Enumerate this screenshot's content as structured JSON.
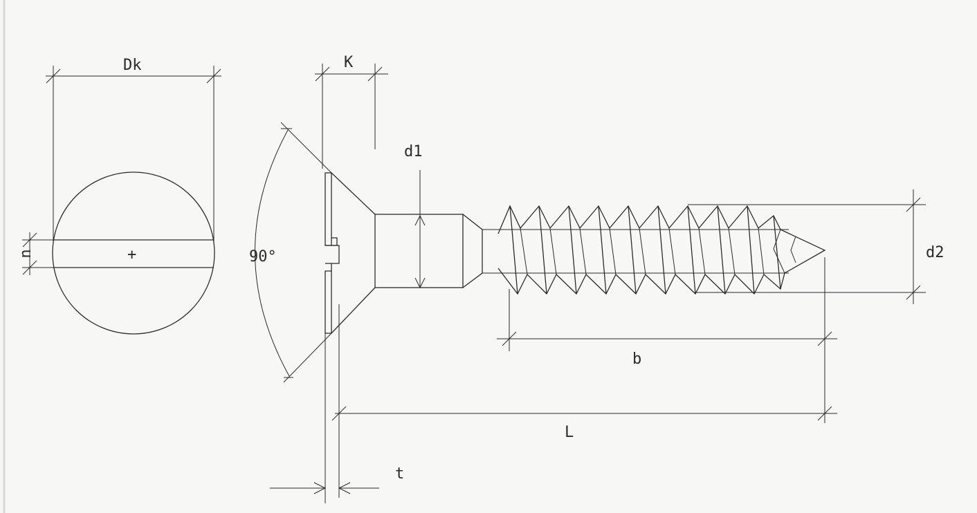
{
  "dimensions": {
    "head_diameter": "Dk",
    "slot_width": "n",
    "head_height": "K",
    "shank_diameter": "d1",
    "head_angle": "90°",
    "thread_diameter": "d2",
    "thread_length": "b",
    "total_length": "L",
    "slot_depth": "t"
  },
  "center_mark": "+"
}
